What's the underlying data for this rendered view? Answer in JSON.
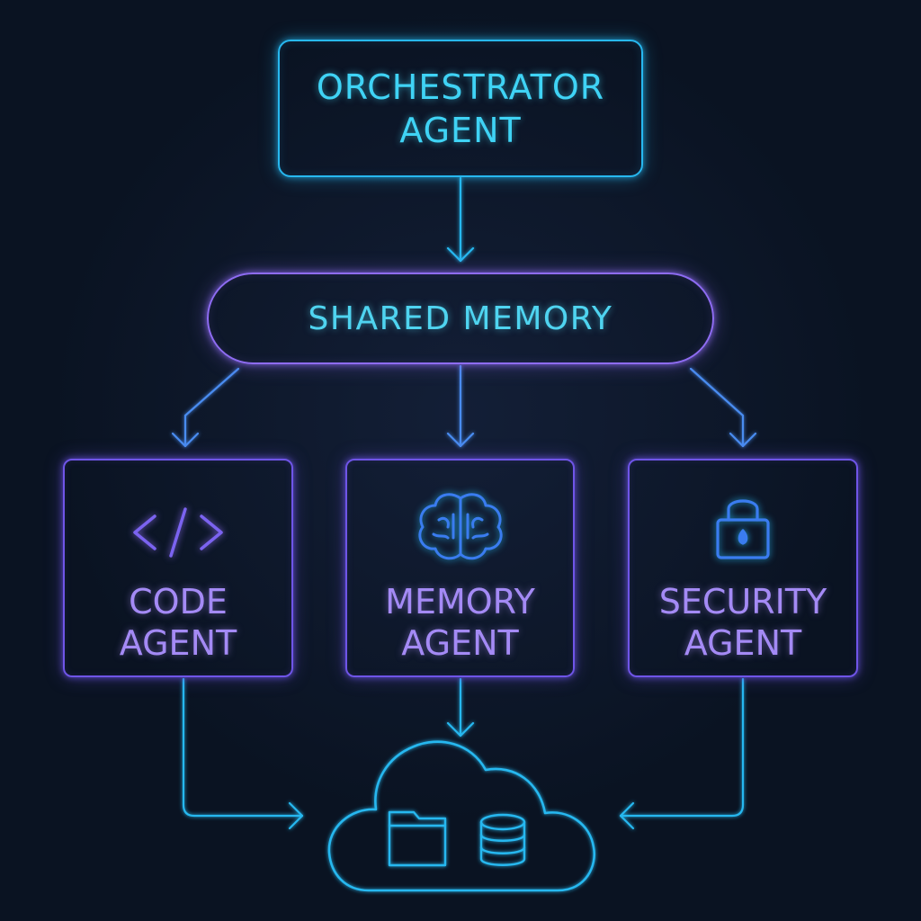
{
  "orchestrator": {
    "line1": "ORCHESTRATOR",
    "line2": "AGENT"
  },
  "shared_memory": {
    "label": "SHARED MEMORY"
  },
  "agents": [
    {
      "line1": "CODE",
      "line2": "AGENT",
      "icon": "code-icon"
    },
    {
      "line1": "MEMORY",
      "line2": "AGENT",
      "icon": "brain-icon"
    },
    {
      "line1": "SECURITY",
      "line2": "AGENT",
      "icon": "lock-icon"
    }
  ],
  "storage": {
    "icons": [
      "cloud-icon",
      "folder-icon",
      "database-icon"
    ]
  },
  "colors": {
    "background": "#0a1322",
    "cyan": "#27b8f0",
    "purple": "#6f55e8",
    "text_cyan": "#3fd3f5",
    "text_purple": "#a48af5"
  }
}
